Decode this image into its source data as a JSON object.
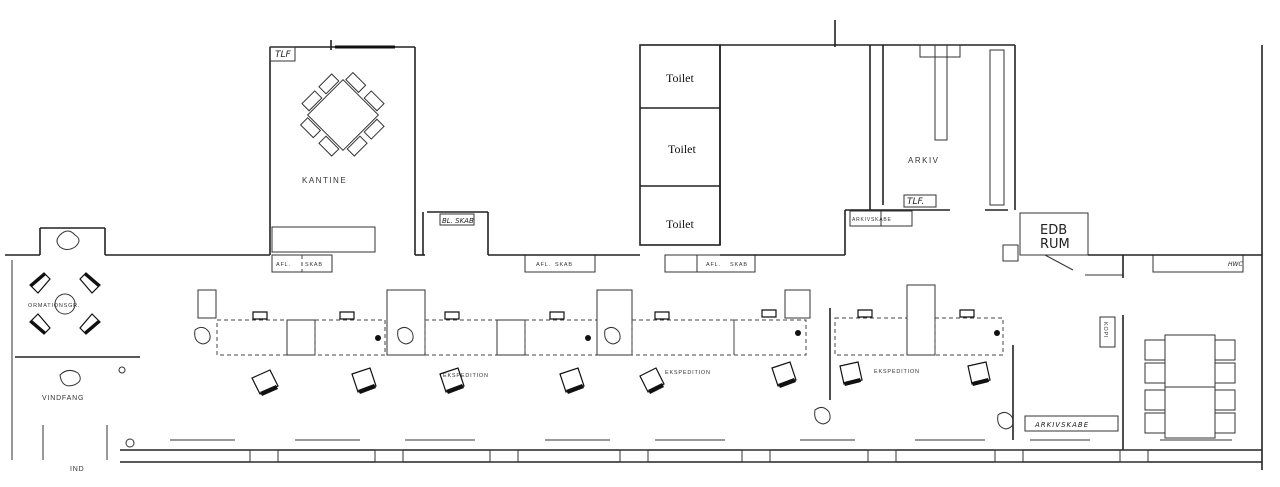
{
  "plan": {
    "rooms": {
      "kantine": "KANTINE",
      "toilet_1": "Toilet",
      "toilet_2": "Toilet",
      "toilet_3": "Toilet",
      "arkiv": "ARKIV",
      "edb_rum_line1": "EDB",
      "edb_rum_line2": "RUM",
      "informationsgr": "ORMATIONSGR.",
      "vindfang": "VINDFANG",
      "ind": "IND",
      "ekspedition_1": "EKSPEDITION",
      "ekspedition_2": "EKSPEDITION",
      "ekspedition_3": "EKSPEDITION"
    },
    "labels": {
      "tlf_kantine": "TLF",
      "tlf_arkiv": "TLF.",
      "bl_skab": "BL. SKAB",
      "afl_skab_1_a": "AFL.",
      "afl_skab_1_b": "SKAB",
      "afl_skab_2_a": "AFL.",
      "afl_skab_2_b": "SKAB",
      "afl_skab_3_a": "AFL.",
      "afl_skab_3_b": "SKAB",
      "arkivskabe_top": "ARKIVSKABE",
      "arkivskabe_bottom": "ARKIVSKABE",
      "wc": "HWC",
      "kopi": "KOPI"
    }
  }
}
